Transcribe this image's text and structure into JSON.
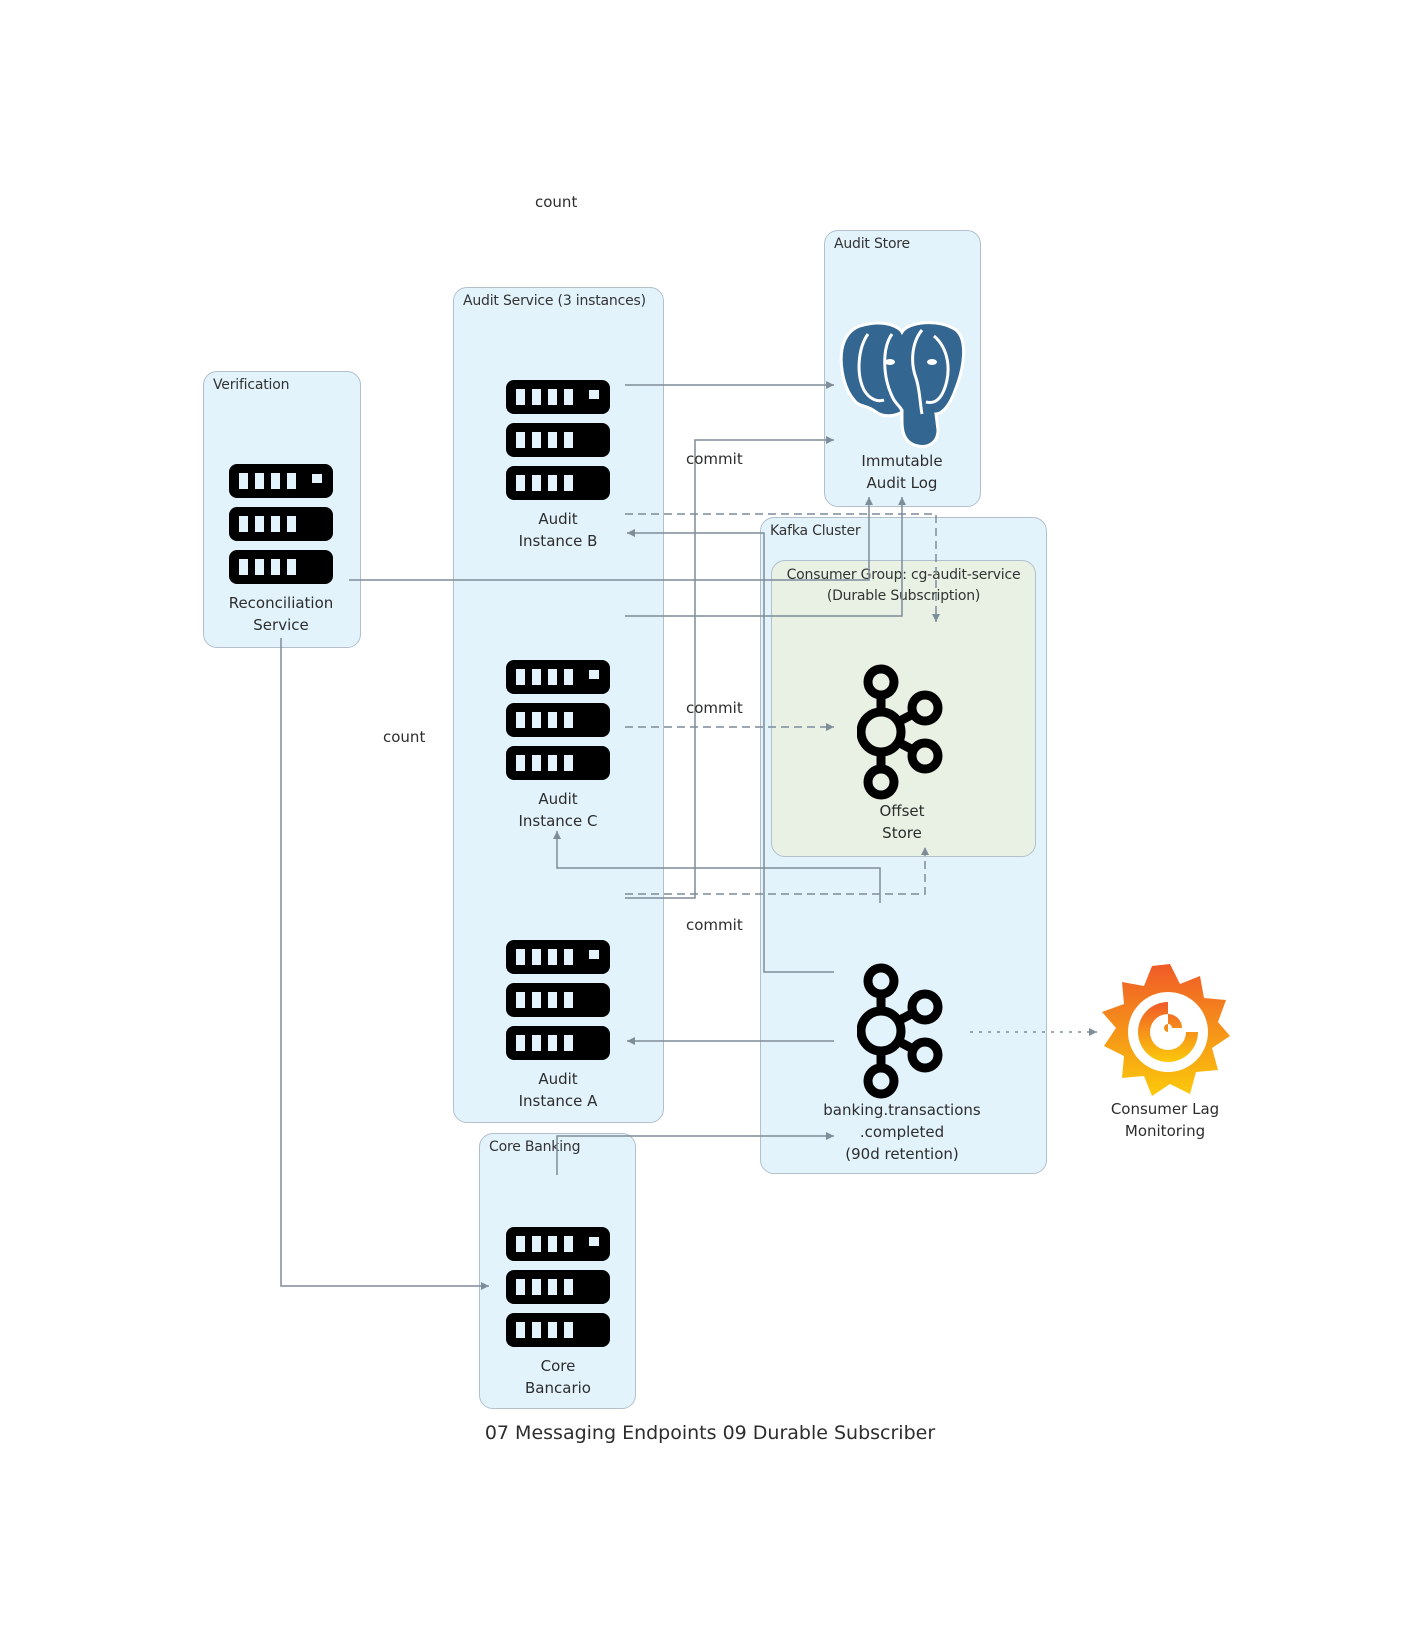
{
  "diagram": {
    "title": "07 Messaging Endpoints 09 Durable Subscriber",
    "colors": {
      "cluster_fill": "#e2f3fc",
      "inner_cluster_fill": "#e8f1e4",
      "cluster_border": "#b3c0cc",
      "edge": "#7f8c99",
      "postgres": "#336791",
      "grafana_top": "#f05a28",
      "grafana_bottom": "#fbca0a"
    },
    "clusters": {
      "verification": "Verification",
      "audit_service": "Audit Service (3 instances)",
      "audit_store": "Audit Store",
      "kafka": "Kafka Cluster",
      "consumer_group": "Consumer Group: cg-audit-service\n(Durable Subscription)",
      "consumer_group_line1": "Consumer Group: cg-audit-service",
      "consumer_group_line2": "(Durable Subscription)",
      "core_banking": "Core Banking"
    },
    "nodes": {
      "reconciliation": {
        "line1": "Reconciliation",
        "line2": "Service",
        "icon": "server-icon"
      },
      "audit_b": {
        "line1": "Audit",
        "line2": "Instance B",
        "icon": "server-icon"
      },
      "audit_c": {
        "line1": "Audit",
        "line2": "Instance C",
        "icon": "server-icon"
      },
      "audit_a": {
        "line1": "Audit",
        "line2": "Instance A",
        "icon": "server-icon"
      },
      "audit_log": {
        "line1": "Immutable",
        "line2": "Audit Log",
        "icon": "postgresql-icon"
      },
      "offset_store": {
        "line1": "Offset",
        "line2": "Store",
        "icon": "kafka-icon"
      },
      "topic": {
        "line1": "banking.transactions",
        "line2": ".completed",
        "line3": "(90d retention)",
        "icon": "kafka-icon"
      },
      "core": {
        "line1": "Core",
        "line2": "Bancario",
        "icon": "server-icon"
      },
      "lag": {
        "line1": "Consumer Lag",
        "line2": "Monitoring",
        "icon": "grafana-icon"
      }
    },
    "edge_labels": {
      "count_top": "count",
      "count_left": "count",
      "commit_1": "commit",
      "commit_2": "commit",
      "commit_3": "commit"
    }
  }
}
